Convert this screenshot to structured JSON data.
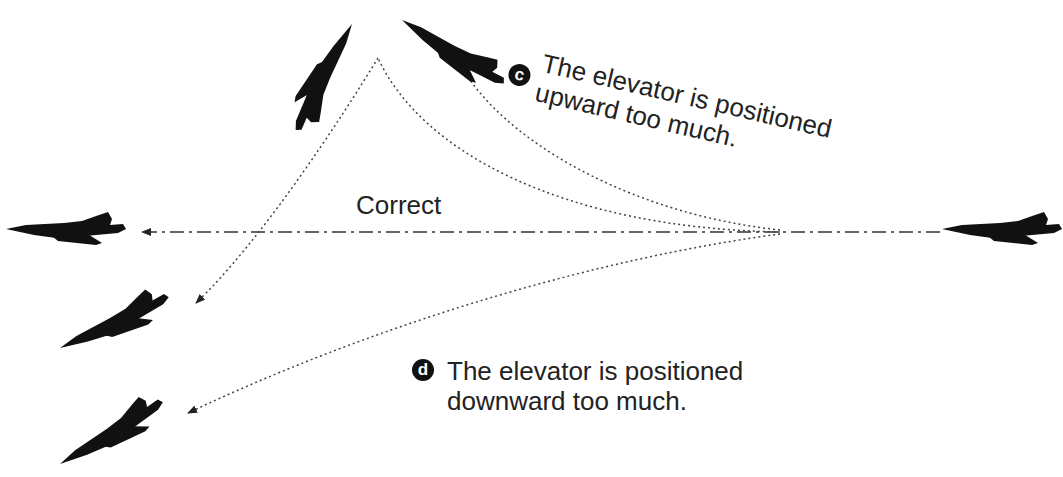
{
  "diagram": {
    "labels": [
      "c",
      "The elevator is positioned upward too much.",
      "Correct",
      "d",
      "The elevator is positioned downward too much."
    ]
  }
}
